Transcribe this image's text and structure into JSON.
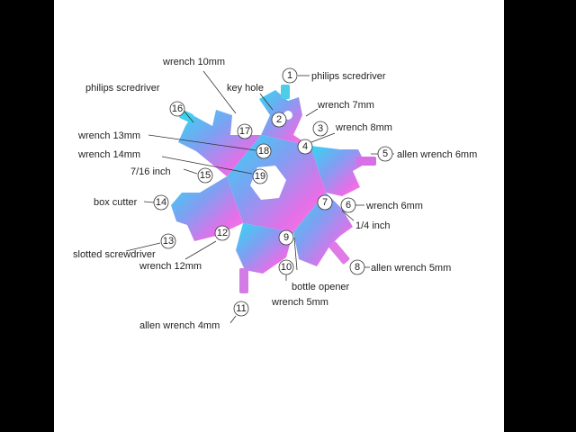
{
  "colors": {
    "background": "#000000",
    "panel": "#ffffff",
    "tool_gradient": [
      "#33d7f2",
      "#7f9ff2",
      "#e46fe8",
      "#ff7be0"
    ],
    "ink": "#222222"
  },
  "callouts": [
    {
      "num": "1",
      "label": "philips scredriver"
    },
    {
      "num": "2",
      "label": "key hole"
    },
    {
      "num": "3",
      "label": "wrench 7mm"
    },
    {
      "num": "4",
      "label": "wrench 8mm"
    },
    {
      "num": "5",
      "label": "allen wrench 6mm"
    },
    {
      "num": "6",
      "label": "wrench 6mm"
    },
    {
      "num": "7",
      "label": "1/4 inch"
    },
    {
      "num": "8",
      "label": "allen wrench 5mm"
    },
    {
      "num": "9",
      "label": "bottle opener"
    },
    {
      "num": "10",
      "label": "wrench 5mm"
    },
    {
      "num": "11",
      "label": "allen wrench 4mm"
    },
    {
      "num": "12",
      "label": "wrench 12mm"
    },
    {
      "num": "13",
      "label": "slotted screwdriver"
    },
    {
      "num": "14",
      "label": "box cutter"
    },
    {
      "num": "15",
      "label": "7/16 inch"
    },
    {
      "num": "16",
      "label": "philips scredriver"
    },
    {
      "num": "17",
      "label": "wrench 10mm"
    },
    {
      "num": "18",
      "label": "wrench 13mm"
    },
    {
      "num": "19",
      "label": "wrench 14mm"
    }
  ]
}
